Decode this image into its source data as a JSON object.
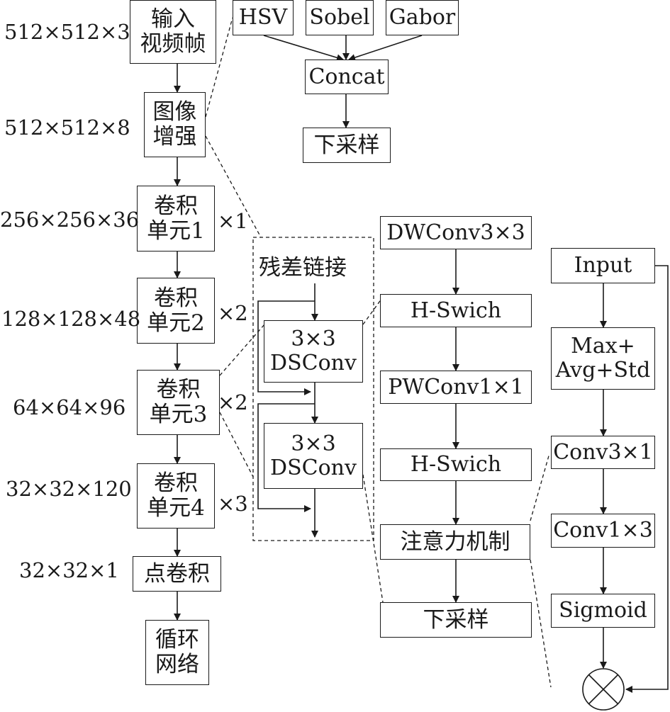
{
  "backbone": {
    "input_frame": [
      "输入",
      "视频帧"
    ],
    "enhance": [
      "图像",
      "增强"
    ],
    "conv_unit_1": [
      "卷积",
      "单元1"
    ],
    "conv_unit_2": [
      "卷积",
      "单元2"
    ],
    "conv_unit_3": [
      "卷积",
      "单元3"
    ],
    "conv_unit_4": [
      "卷积",
      "单元4"
    ],
    "point_conv": "点卷积",
    "recurrent_net": [
      "循环",
      "网络"
    ]
  },
  "dims": {
    "input_frame": "512×512×3",
    "enhance": "512×512×8",
    "conv_unit_1": "256×256×36",
    "conv_unit_2": "128×128×48",
    "conv_unit_3": "64×64×96",
    "conv_unit_4": "32×32×120",
    "point_conv": "32×32×1"
  },
  "repeats": {
    "conv_unit_1": "×1",
    "conv_unit_2": "×2",
    "conv_unit_3": "×2",
    "conv_unit_4": "×3"
  },
  "enhance_detail": {
    "hsv": "HSV",
    "sobel": "Sobel",
    "gabor": "Gabor",
    "concat": "Concat",
    "downsample": "下采样"
  },
  "residual_detail": {
    "title": "残差链接",
    "dsconv_1": [
      "3×3",
      "DSConv"
    ],
    "dsconv_2": [
      "3×3",
      "DSConv"
    ]
  },
  "dsconv_detail": {
    "dwconv": "DWConv3×3",
    "hswish_1": "H-Swich",
    "pwconv": "PWConv1×1",
    "hswish_2": "H-Swich",
    "attention": "注意力机制",
    "downsample": "下采样"
  },
  "attention_detail": {
    "input": "Input",
    "pooling": [
      "Max+",
      "Avg+Std"
    ],
    "conv3x1": "Conv3×1",
    "conv1x3": "Conv1×3",
    "sigmoid": "Sigmoid"
  }
}
